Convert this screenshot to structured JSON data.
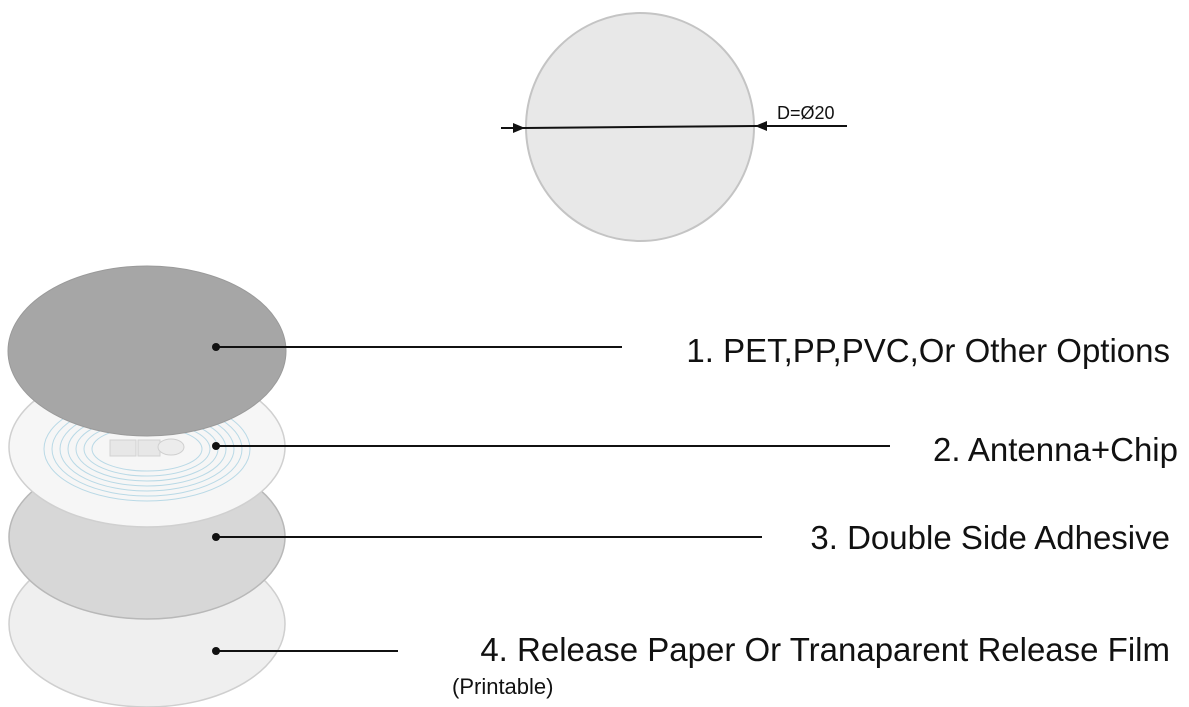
{
  "top_view": {
    "dimension_label": "D=Ø20"
  },
  "layers": [
    {
      "label": "1. PET,PP,PVC,Or Other Options",
      "material": "face-material"
    },
    {
      "label": "2. Antenna+Chip",
      "material": "antenna-inlay"
    },
    {
      "label": "3. Double Side Adhesive",
      "material": "adhesive"
    },
    {
      "label": "4. Release Paper Or Tranaparent Release Film",
      "sublabel": "(Printable)",
      "material": "release-liner"
    }
  ],
  "colors": {
    "top_disc_fill": "#e8e8e8",
    "top_disc_stroke": "#c4c4c4",
    "layer1_fill": "#a6a6a6",
    "layer2_fill": "#f6f6f6",
    "layer3_fill": "#d7d7d7",
    "layer4_fill": "#efefef",
    "antenna_stroke": "#b9d9e6",
    "leader_line": "#111111"
  }
}
